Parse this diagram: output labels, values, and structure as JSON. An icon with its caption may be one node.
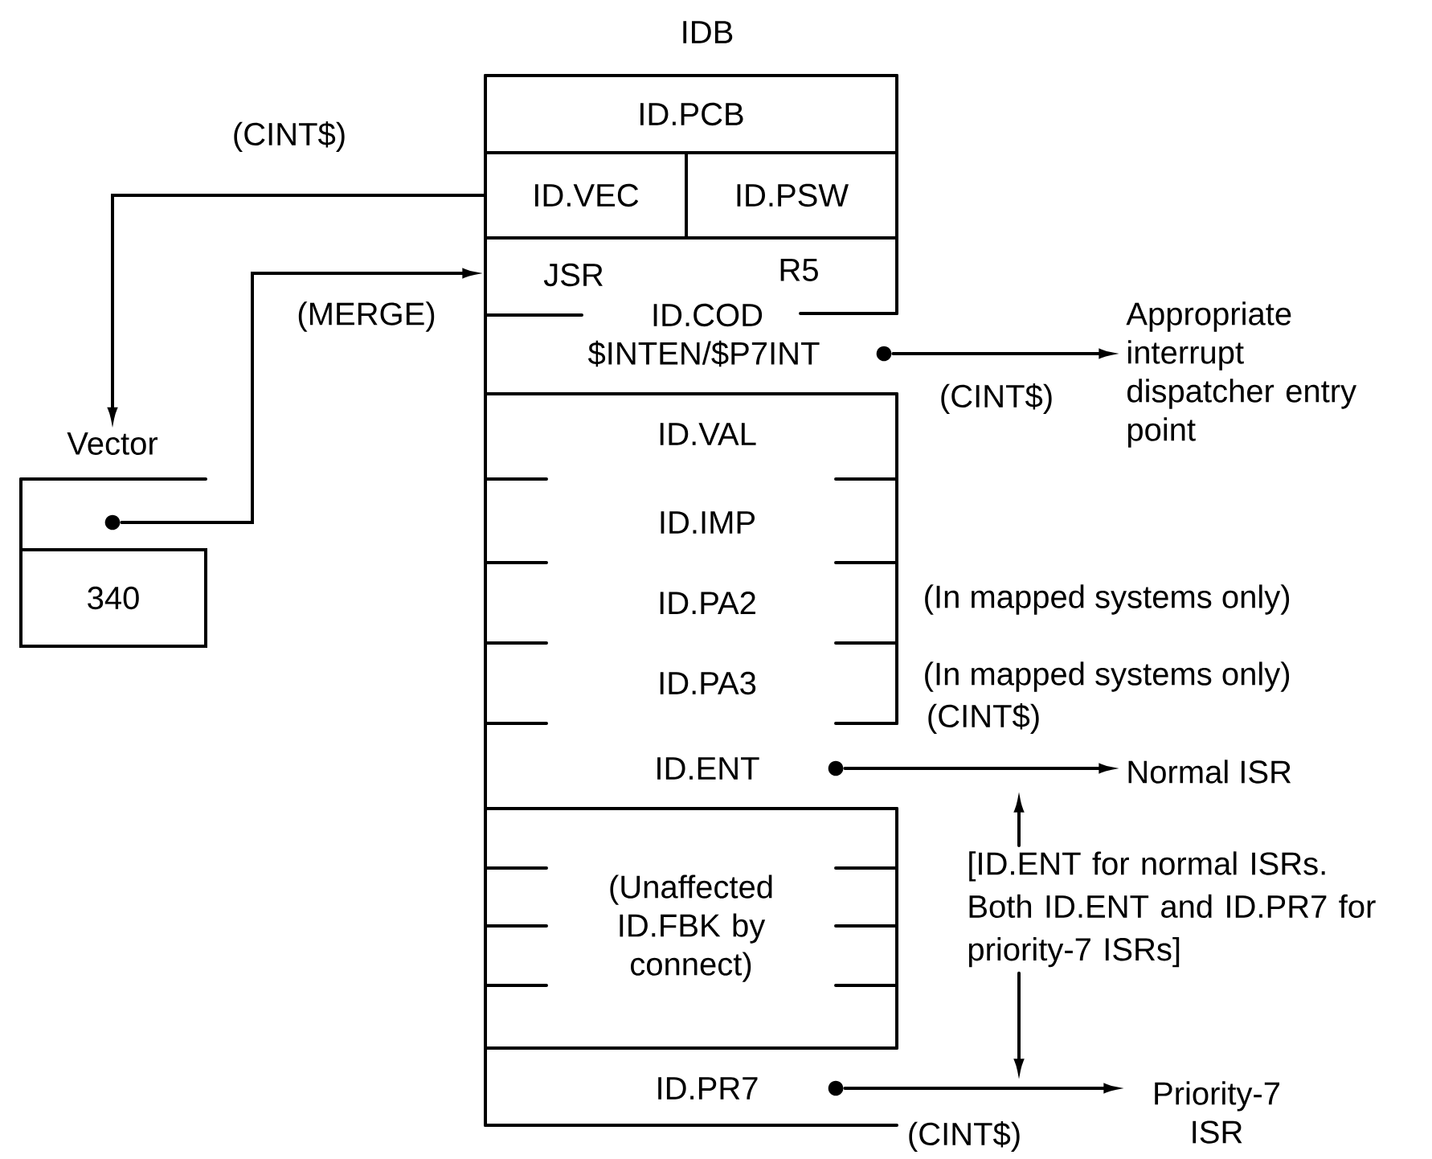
{
  "diagram": {
    "nodes": [
      {
        "text": [
          "IDB"
        ]
      },
      {
        "text": [
          "ID.PCB"
        ],
        "in": 0
      },
      {
        "text": [
          "ID.VEC"
        ],
        "in": 0
      },
      {
        "text": [
          "ID.PSW"
        ],
        "in": 0
      },
      {
        "text": [
          "JSR",
          "R5",
          "ID.COD",
          "$INTEN/$P7INT"
        ],
        "in": 0
      },
      {
        "text": [],
        "shape": "circle",
        "in": 0
      },
      {
        "text": [
          "ID.VAL"
        ],
        "in": 0
      },
      {
        "text": [
          "ID.IMP"
        ],
        "in": 0
      },
      {
        "text": [
          "ID.PA2"
        ],
        "in": 0
      },
      {
        "text": [
          "ID.PA3"
        ],
        "in": 0
      },
      {
        "text": [
          "ID.ENT"
        ],
        "in": 0
      },
      {
        "text": [],
        "shape": "circle",
        "in": 0
      },
      {
        "text": [
          "(Unaffected ID.FBK by connect)"
        ],
        "in": 0
      },
      {
        "text": [
          "ID.PR7"
        ],
        "in": 0
      },
      {
        "text": [],
        "shape": "circle",
        "in": 0
      },
      {
        "text": [
          "Vector"
        ]
      },
      {
        "text": [],
        "shape": "circle",
        "in": 15
      },
      {
        "text": [
          "340"
        ]
      },
      {
        "text": [
          "Appropriate interrupt dispatcher entry point"
        ]
      },
      {
        "text": [
          "Normal ISR"
        ]
      },
      {
        "text": [
          "[ID.ENT for normal ISRs. Both ID.ENT and ID.PR7 for priority-7 ISRs]"
        ]
      },
      {
        "text": [
          "Priority-7 ISR"
        ]
      }
    ],
    "edges": [
      {
        "from": 2,
        "to": 15,
        "arrow": "to",
        "label": "(CINT$)"
      },
      {
        "from": 16,
        "to": 4,
        "arrow": "to",
        "label": "(MERGE)"
      },
      {
        "from": 5,
        "to": 18,
        "arrow": "to",
        "label": "(CINT$)"
      },
      {
        "from": 11,
        "to": 19,
        "arrow": "to",
        "label": "(CINT$)"
      },
      {
        "from": 14,
        "to": 21,
        "arrow": "to",
        "label": "(CINT$)"
      },
      {
        "from": 20,
        "to": null,
        "arrow": "to"
      },
      {
        "from": 20,
        "to": null,
        "arrow": "to"
      }
    ],
    "labels": [
      "(In mapped systems only)",
      "(In mapped systems only)"
    ]
  }
}
